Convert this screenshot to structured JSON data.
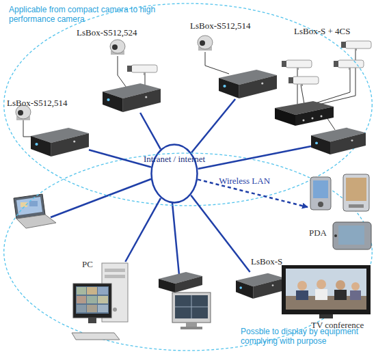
{
  "diagram": {
    "nodes": [
      {
        "text": [
          "Applicable from compact camera to high performance camera"
        ]
      },
      {
        "text": [
          "LsBox-S512,524"
        ],
        "in": 0
      },
      {
        "text": [
          "LsBox-S512,514"
        ],
        "in": 0
      },
      {
        "text": [
          "LsBox-S + 4CS"
        ],
        "in": 0
      },
      {
        "text": [
          "LsBox-S512,514"
        ],
        "in": 0
      },
      {
        "text": [
          "Intranet / internet"
        ]
      },
      {
        "text": [
          "Possble to display by equipment complying with purpose"
        ]
      },
      {
        "text": [
          "PDA"
        ],
        "in": 6
      },
      {
        "text": [
          "PC"
        ],
        "in": 6
      },
      {
        "text": [
          "LsBox-S"
        ],
        "in": 6
      },
      {
        "text": [
          "TV conference"
        ],
        "in": 6
      }
    ],
    "edges": [
      {
        "from": 1,
        "to": 5,
        "arrow": "none"
      },
      {
        "from": 2,
        "to": 5,
        "arrow": "none"
      },
      {
        "from": 3,
        "to": 5,
        "arrow": "none"
      },
      {
        "from": 4,
        "to": 5,
        "arrow": "none"
      },
      {
        "from": 5,
        "to": 7,
        "label": "Wireless LAN",
        "arrow": "to"
      },
      {
        "from": 5,
        "to": 8,
        "arrow": "none"
      },
      {
        "from": 5,
        "to": 9,
        "arrow": "none"
      }
    ]
  }
}
